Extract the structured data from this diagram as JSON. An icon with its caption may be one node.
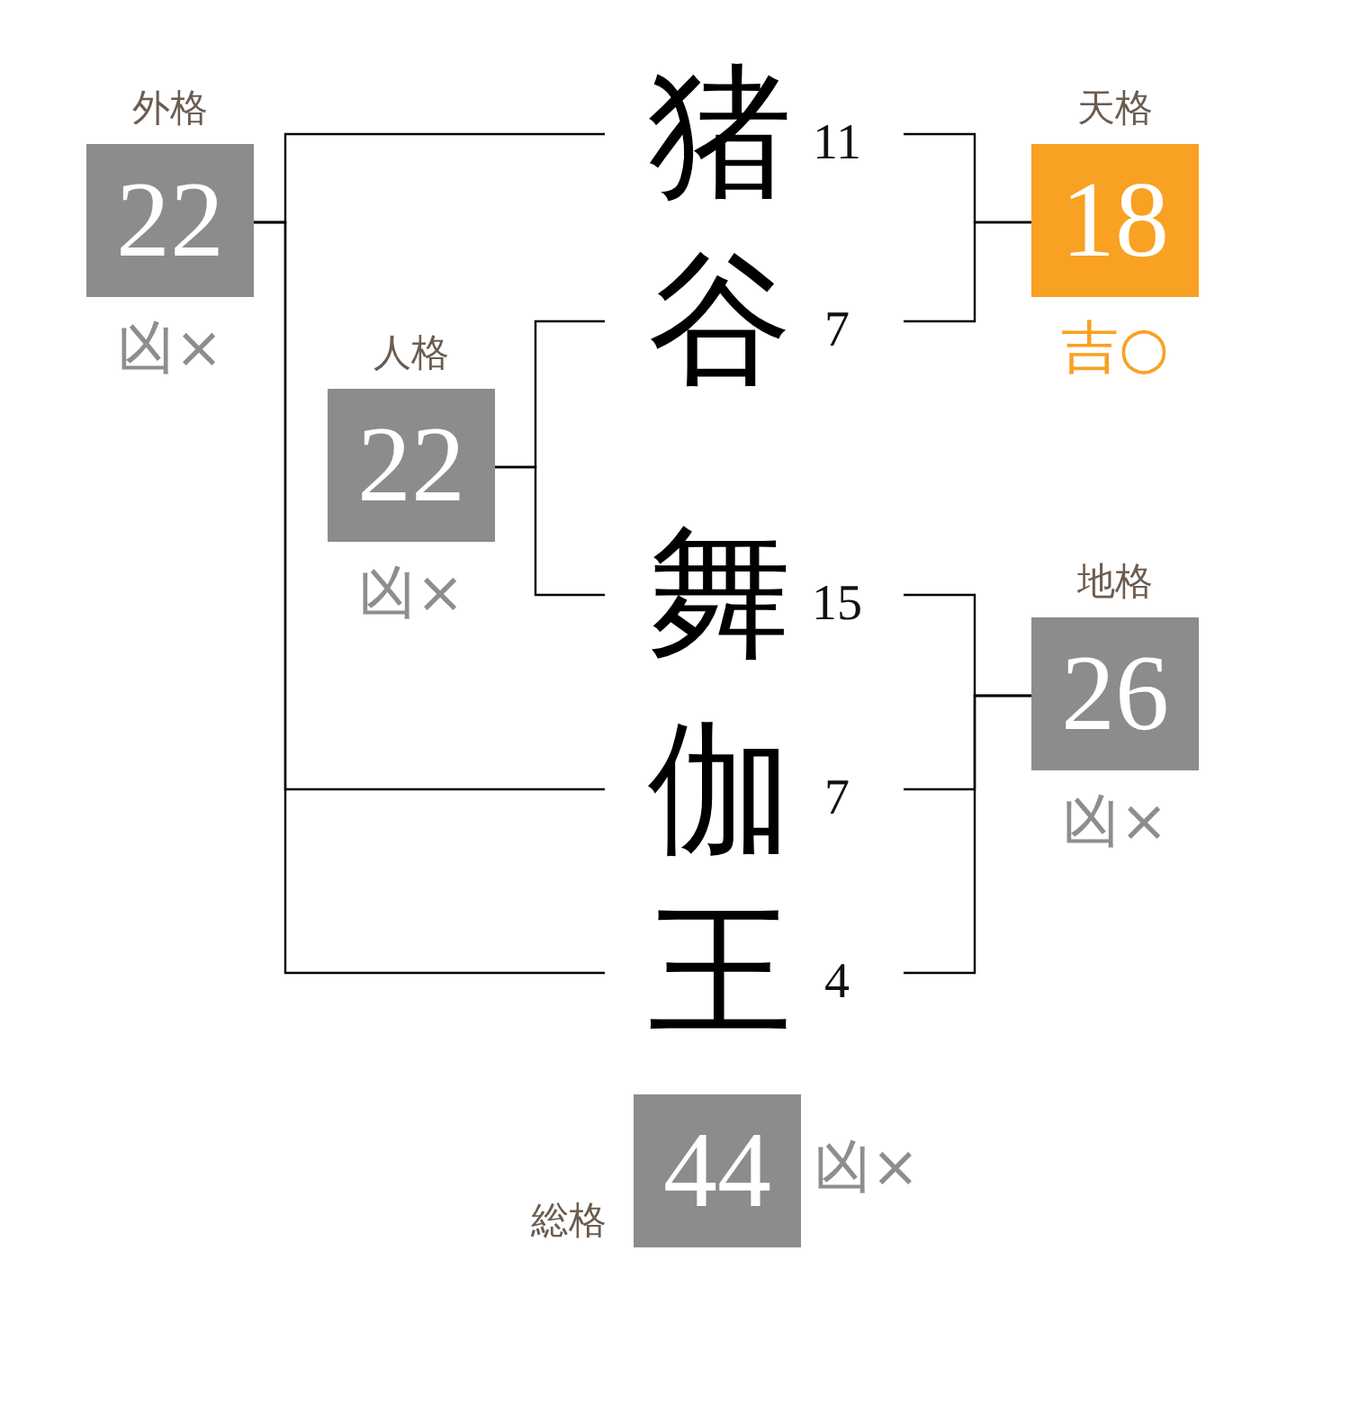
{
  "diagram": {
    "nodes": [
      {
        "text": [
          "外格",
          "22"
        ],
        "beside": [
          "凶×"
        ]
      },
      {
        "text": [
          "猪"
        ],
        "beside": [
          "11"
        ]
      },
      {
        "text": [
          "天格",
          "18"
        ],
        "beside": [
          "吉○"
        ]
      },
      {
        "text": [
          "谷"
        ],
        "beside": [
          "7"
        ]
      },
      {
        "text": [
          "人格",
          "22"
        ],
        "beside": [
          "凶×"
        ]
      },
      {
        "text": [
          "舞"
        ],
        "beside": [
          "15"
        ]
      },
      {
        "text": [
          "地格",
          "26"
        ],
        "beside": [
          "凶×"
        ]
      },
      {
        "text": [
          "伽"
        ],
        "beside": [
          "7"
        ]
      },
      {
        "text": [
          "王"
        ],
        "beside": [
          "4"
        ]
      },
      {
        "text": [
          "総格",
          "44"
        ],
        "beside": [
          "凶×"
        ]
      }
    ],
    "edges": [
      {
        "from": 1,
        "to": 0,
        "arrow": "none"
      },
      {
        "from": 7,
        "to": 0,
        "arrow": "none"
      },
      {
        "from": 8,
        "to": 0,
        "arrow": "none"
      },
      {
        "from": 1,
        "to": 2,
        "arrow": "none"
      },
      {
        "from": 3,
        "to": 2,
        "arrow": "none"
      },
      {
        "from": 3,
        "to": 4,
        "arrow": "none"
      },
      {
        "from": 5,
        "to": 4,
        "arrow": "none"
      },
      {
        "from": 5,
        "to": 6,
        "arrow": "none"
      },
      {
        "from": 7,
        "to": 6,
        "arrow": "none"
      },
      {
        "from": 8,
        "to": 6,
        "arrow": "none"
      }
    ]
  }
}
